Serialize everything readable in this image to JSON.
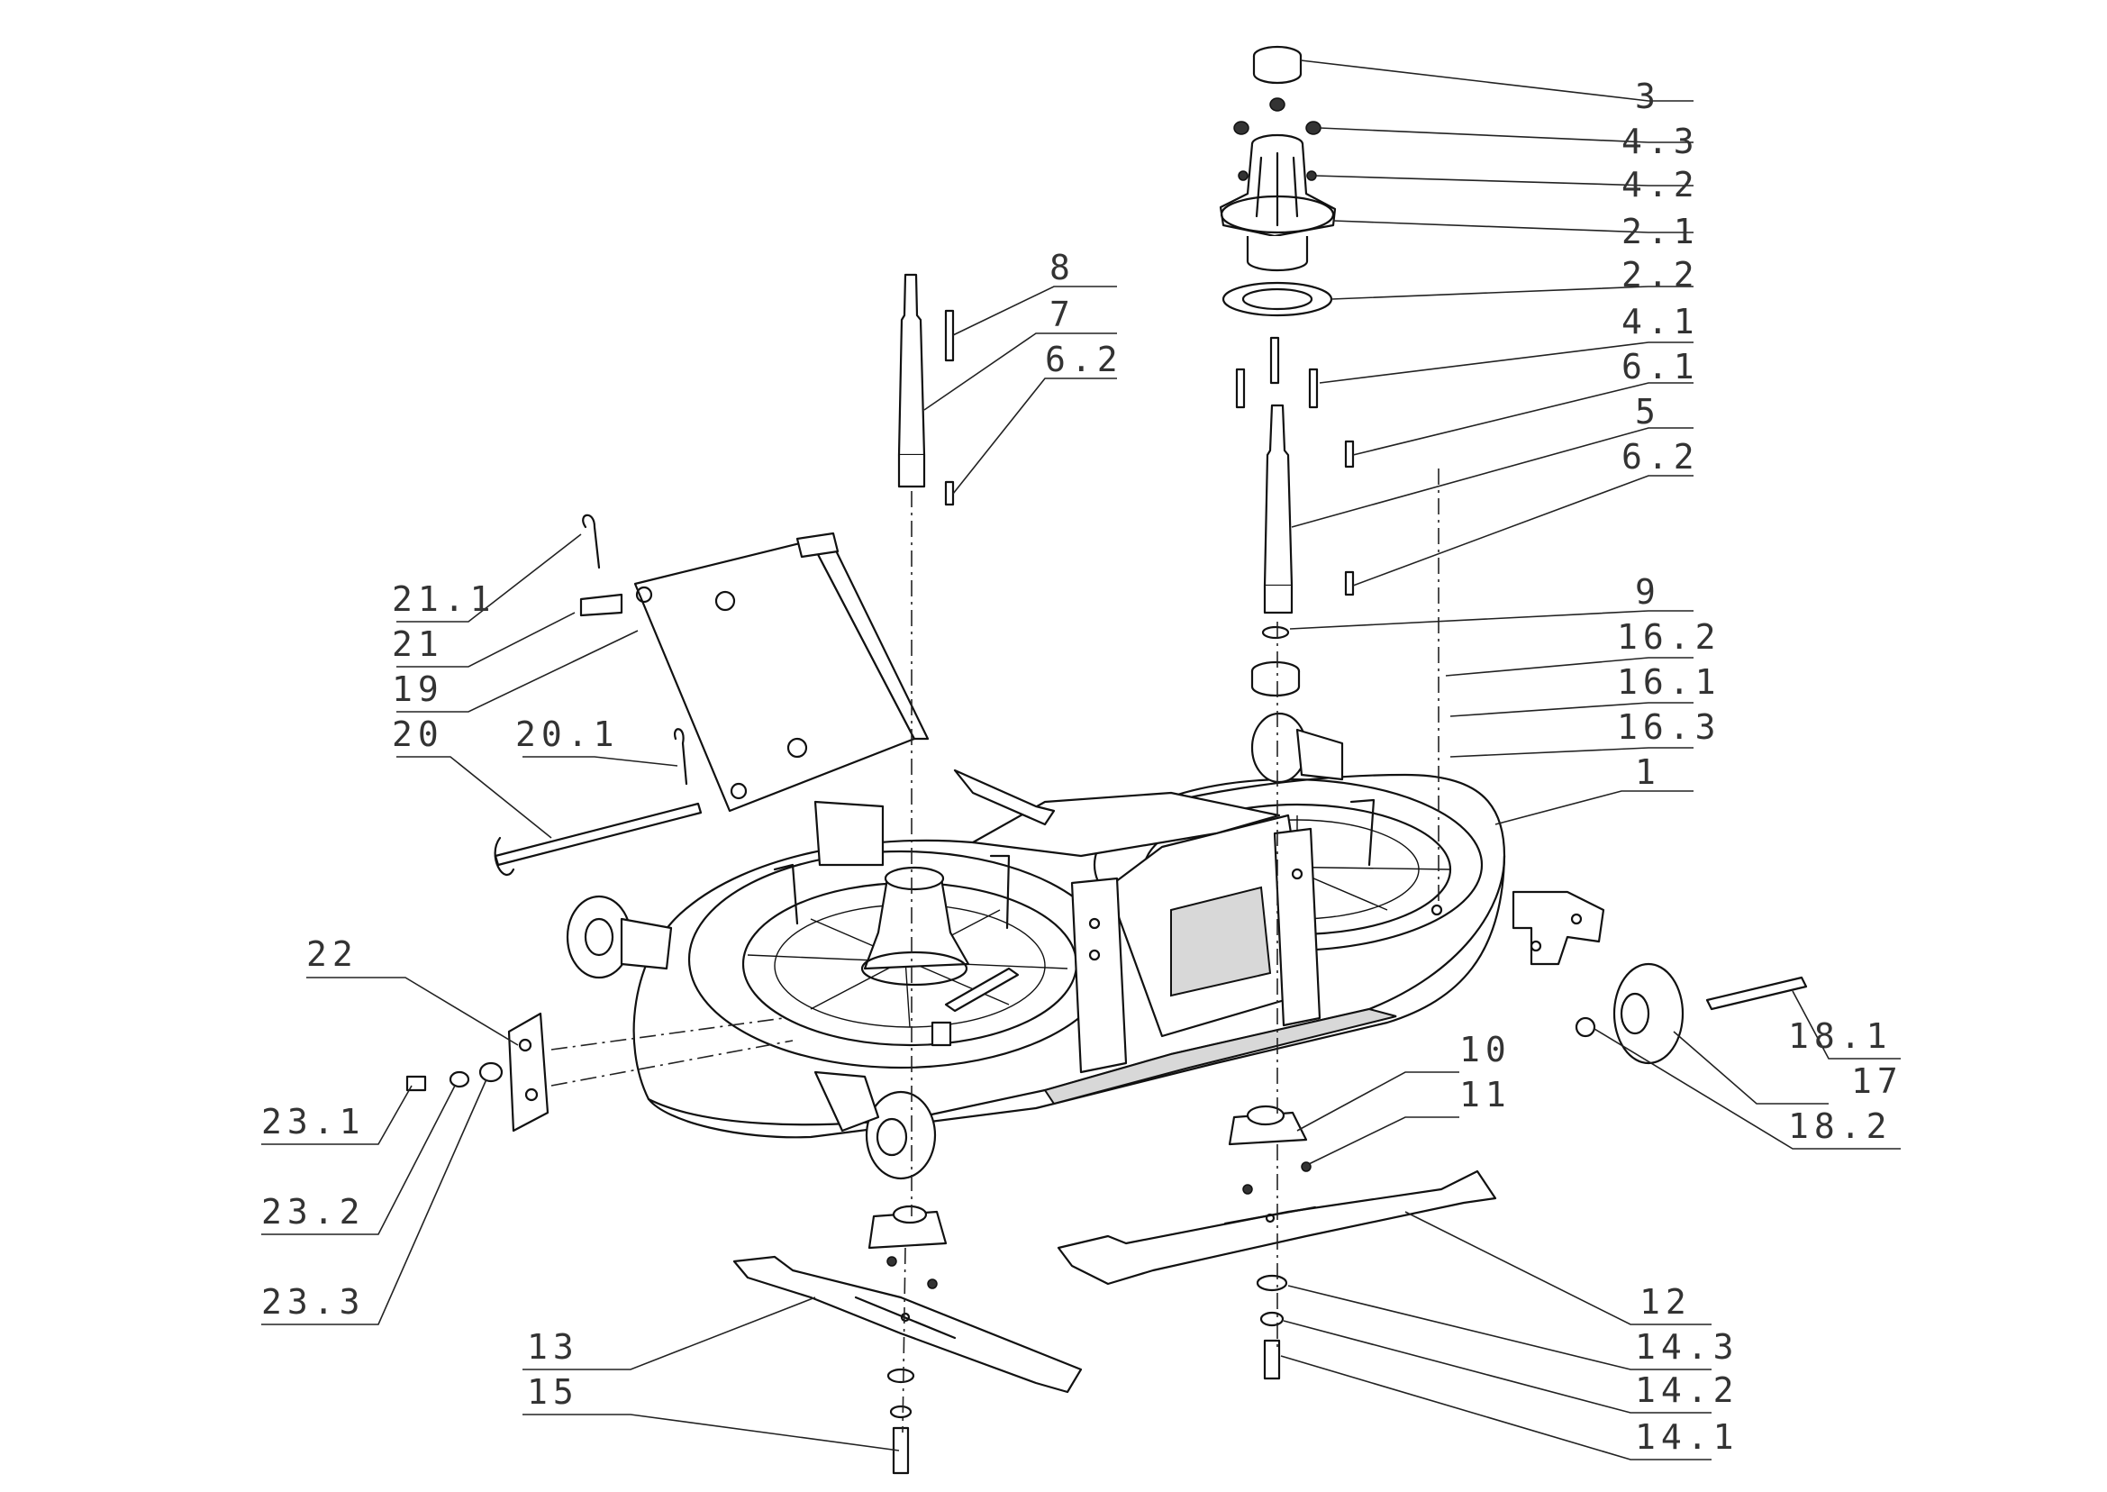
{
  "diagram": {
    "labels": [
      {
        "id": "3",
        "text": "3"
      },
      {
        "id": "4_3",
        "text": "4.3"
      },
      {
        "id": "4_2",
        "text": "4.2"
      },
      {
        "id": "2_1",
        "text": "2.1"
      },
      {
        "id": "2_2",
        "text": "2.2"
      },
      {
        "id": "4_1",
        "text": "4.1"
      },
      {
        "id": "6_1",
        "text": "6.1"
      },
      {
        "id": "5",
        "text": "5"
      },
      {
        "id": "6_2_right",
        "text": "6.2"
      },
      {
        "id": "9",
        "text": "9"
      },
      {
        "id": "16_2",
        "text": "16.2"
      },
      {
        "id": "16_1",
        "text": "16.1"
      },
      {
        "id": "16_3",
        "text": "16.3"
      },
      {
        "id": "1",
        "text": "1"
      },
      {
        "id": "8",
        "text": "8"
      },
      {
        "id": "7",
        "text": "7"
      },
      {
        "id": "6_2_left",
        "text": "6.2"
      },
      {
        "id": "21_1",
        "text": "21.1"
      },
      {
        "id": "21",
        "text": "21"
      },
      {
        "id": "19",
        "text": "19"
      },
      {
        "id": "20",
        "text": "20"
      },
      {
        "id": "20_1",
        "text": "20.1"
      },
      {
        "id": "22",
        "text": "22"
      },
      {
        "id": "23_1",
        "text": "23.1"
      },
      {
        "id": "23_2",
        "text": "23.2"
      },
      {
        "id": "23_3",
        "text": "23.3"
      },
      {
        "id": "10",
        "text": "10"
      },
      {
        "id": "11",
        "text": "11"
      },
      {
        "id": "18_1",
        "text": "18.1"
      },
      {
        "id": "17",
        "text": "17"
      },
      {
        "id": "18_2",
        "text": "18.2"
      },
      {
        "id": "12",
        "text": "12"
      },
      {
        "id": "13",
        "text": "13"
      },
      {
        "id": "15",
        "text": "15"
      },
      {
        "id": "14_3",
        "text": "14.3"
      },
      {
        "id": "14_2",
        "text": "14.2"
      },
      {
        "id": "14_1",
        "text": "14.1"
      }
    ]
  }
}
